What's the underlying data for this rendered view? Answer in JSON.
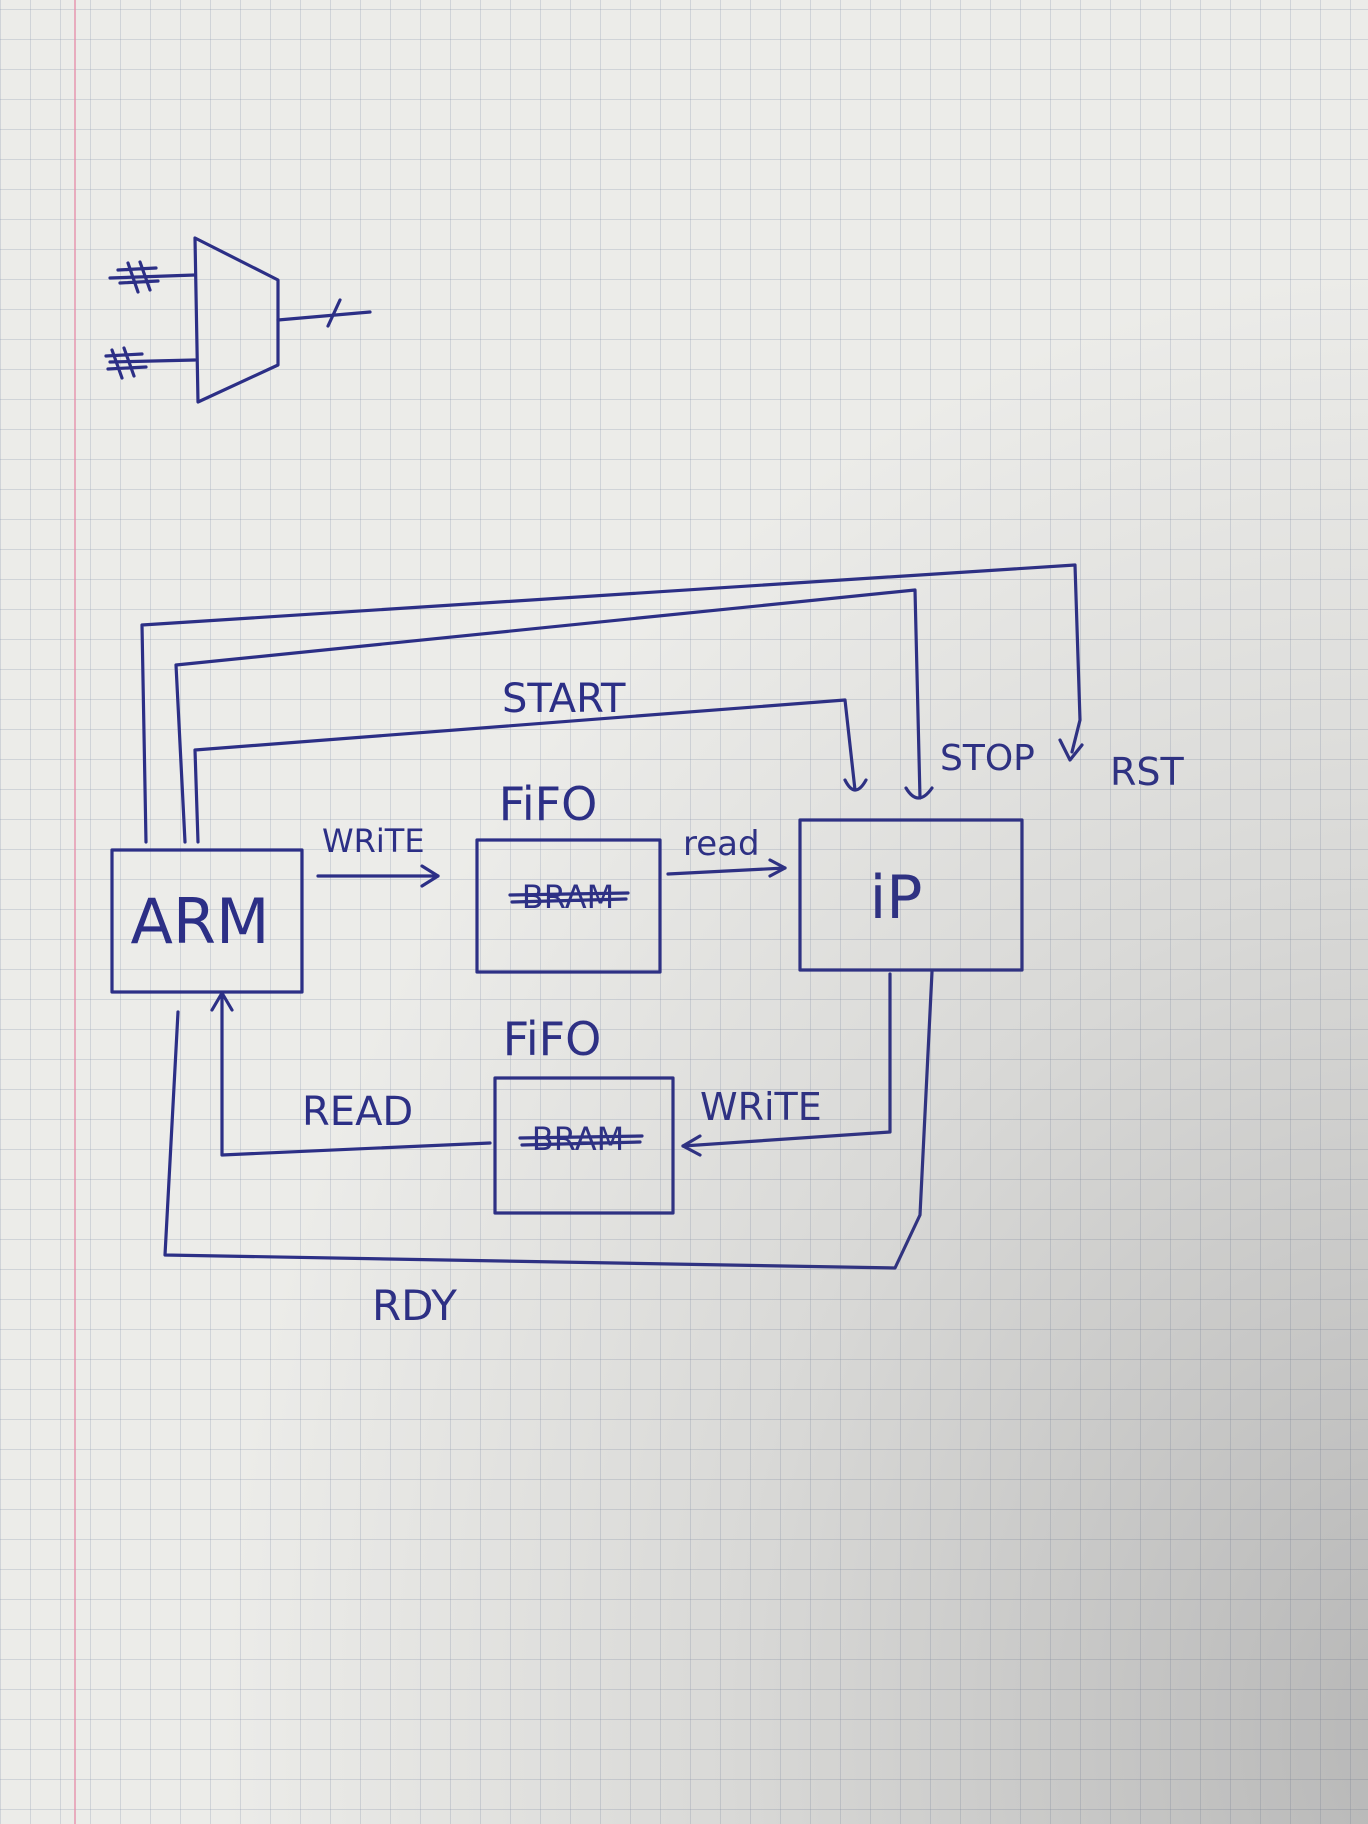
{
  "blocks": {
    "arm": "ARM",
    "ip": "iP",
    "fifo_top_title": "FiFO",
    "fifo_bottom_title": "FiFO",
    "fifo_top_struck": "BRAM",
    "fifo_bottom_struck": "BRAM"
  },
  "signals": {
    "start": "START",
    "stop": "STOP",
    "rst": "RST",
    "write_arm": "WRiTE",
    "read_ip": "read",
    "write_ip": "WRiTE",
    "read_arm": "READ",
    "rdy": "RDY"
  },
  "colors": {
    "ink": "#2c2f86",
    "paper": "#ecece9",
    "margin": "#e696af"
  }
}
